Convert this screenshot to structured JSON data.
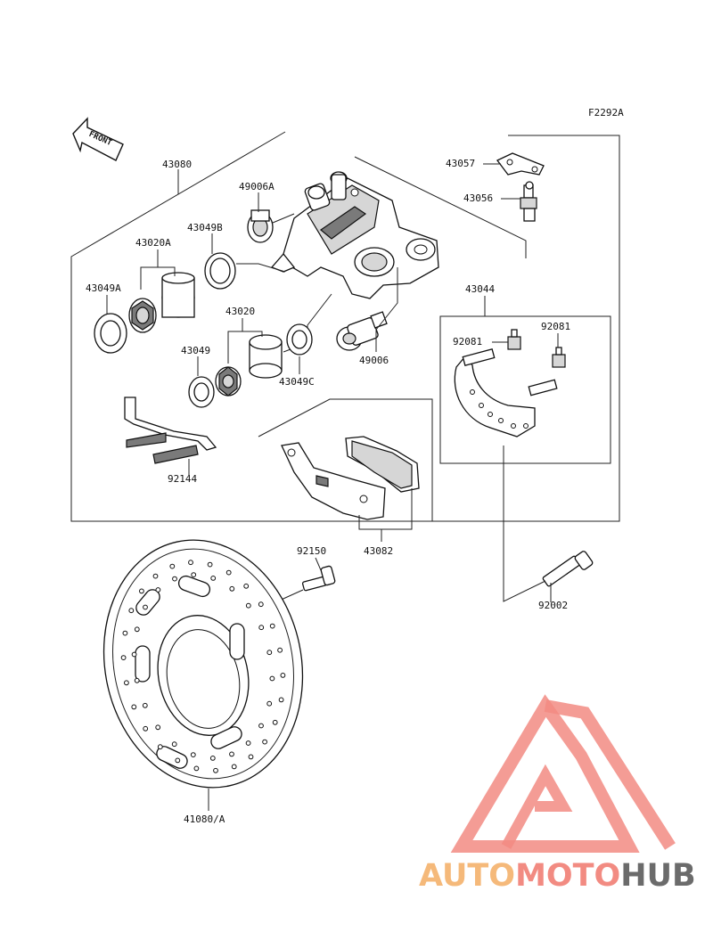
{
  "figure_code": "F2292A",
  "front_label": "FRONT",
  "watermark": {
    "text_a": "AUTO",
    "text_b": "MOTO",
    "text_c": "HUB",
    "color_a": "#f5b97a",
    "color_b": "#f28b82",
    "color_c": "#6b6b6b",
    "logo_color": "#f28b82"
  },
  "parts": {
    "p43080": "43080",
    "p49006A": "49006A",
    "p43049B": "43049B",
    "p43020A": "43020A",
    "p43049A": "43049A",
    "p43020": "43020",
    "p43049": "43049",
    "p43049C": "43049C",
    "p49006": "49006",
    "p43057": "43057",
    "p43056": "43056",
    "p43044": "43044",
    "p92081a": "92081",
    "p92081b": "92081",
    "p92144": "92144",
    "p43082": "43082",
    "p92150": "92150",
    "p92002": "92002",
    "p41080A": "41080/A"
  }
}
